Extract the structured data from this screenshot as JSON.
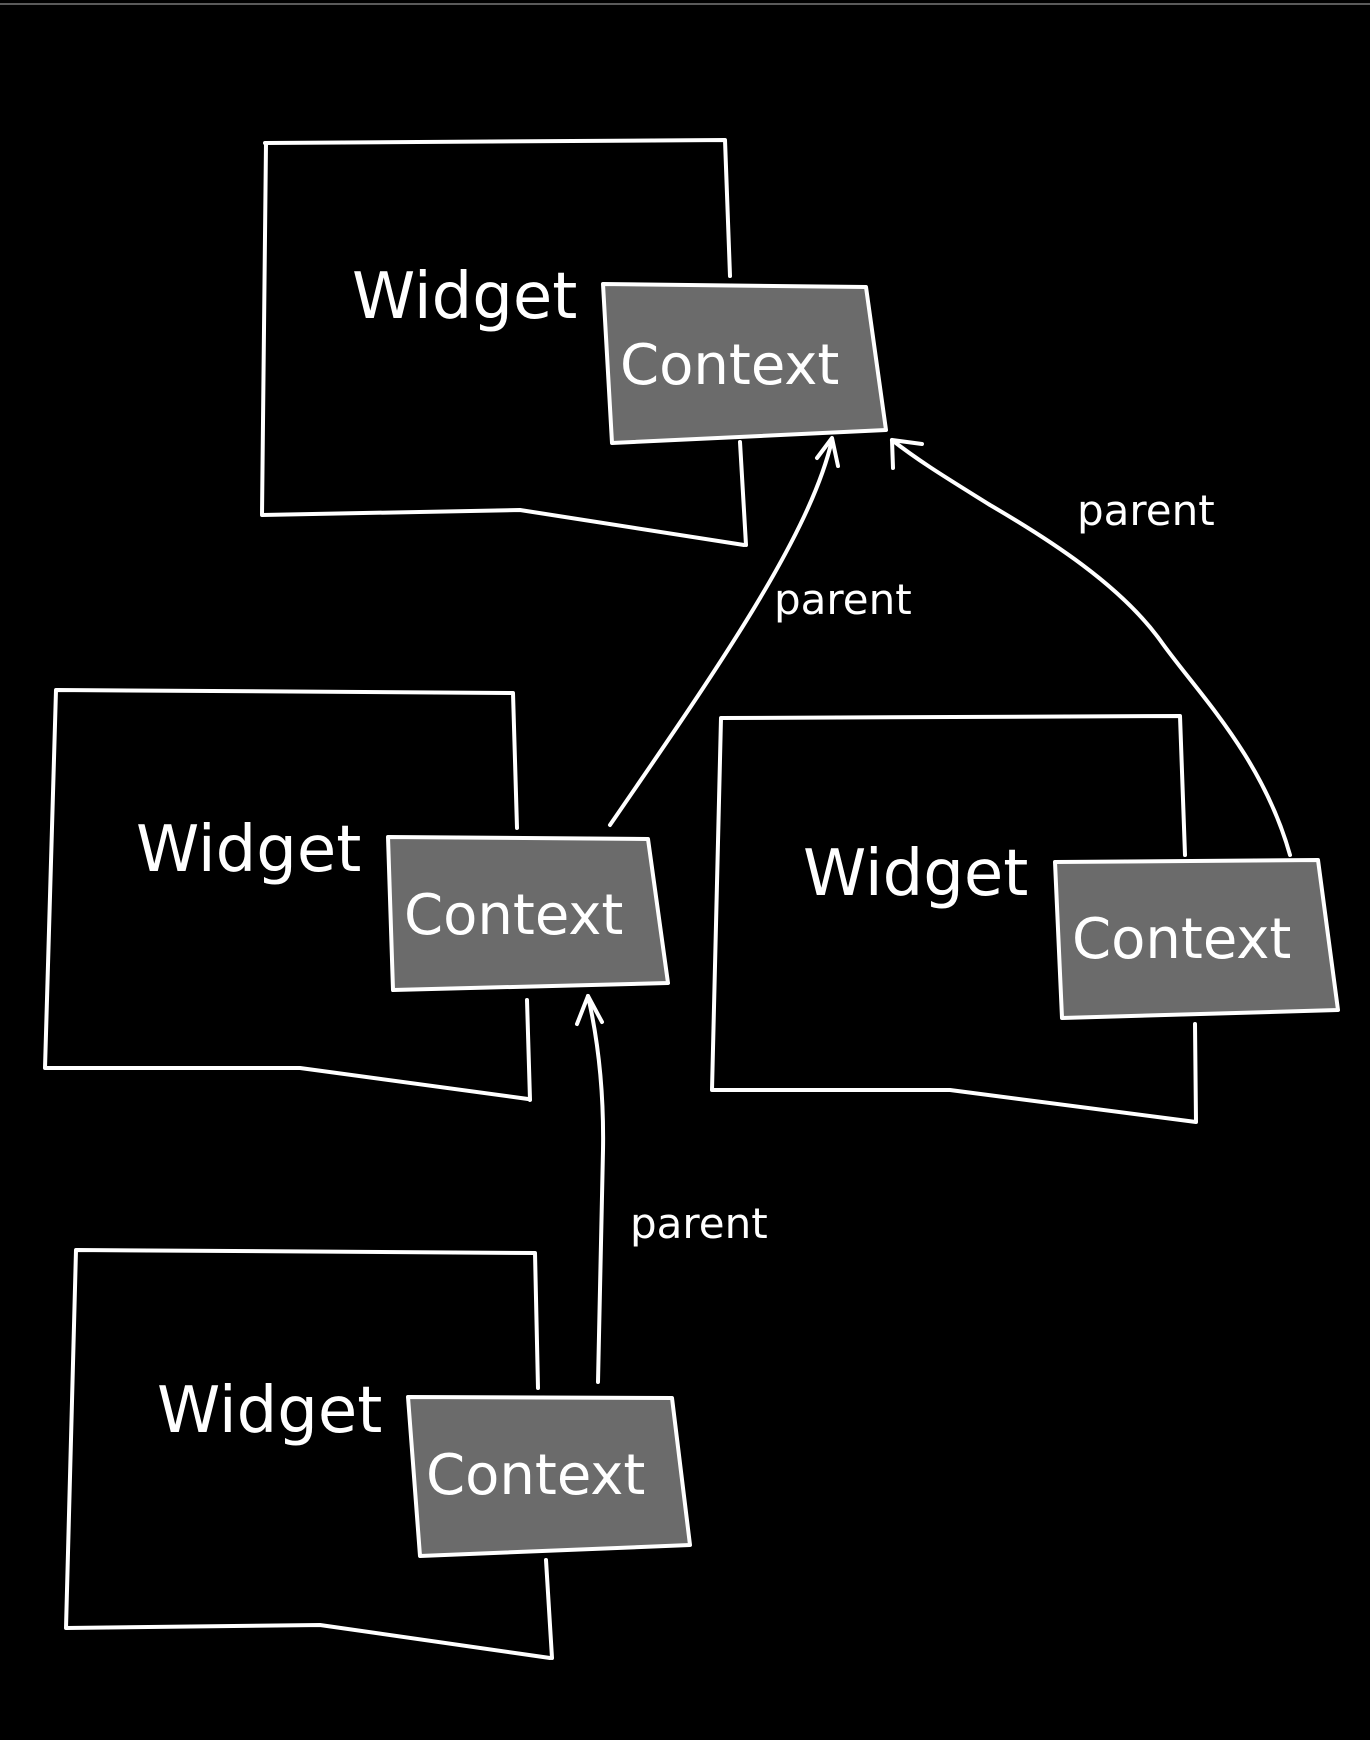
{
  "colors": {
    "background": "#000000",
    "stroke": "#ffffff",
    "context_fill": "#6b6b6b"
  },
  "nodes": [
    {
      "id": "widget-top",
      "widget_label": "Widget",
      "context_label": "Context"
    },
    {
      "id": "widget-mid-left",
      "widget_label": "Widget",
      "context_label": "Context"
    },
    {
      "id": "widget-mid-right",
      "widget_label": "Widget",
      "context_label": "Context"
    },
    {
      "id": "widget-bottom",
      "widget_label": "Widget",
      "context_label": "Context"
    }
  ],
  "edges": [
    {
      "from": "widget-mid-left",
      "to": "widget-top",
      "label": "parent"
    },
    {
      "from": "widget-mid-right",
      "to": "widget-top",
      "label": "parent"
    },
    {
      "from": "widget-bottom",
      "to": "widget-mid-left",
      "label": "parent"
    }
  ]
}
